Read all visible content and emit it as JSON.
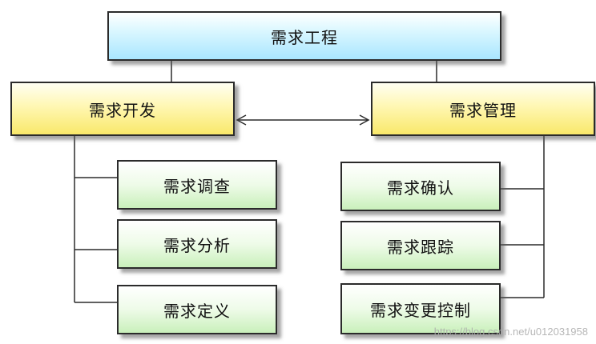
{
  "root": {
    "label": "需求工程"
  },
  "branches": {
    "development": {
      "label": "需求开发",
      "children": [
        "需求调查",
        "需求分析",
        "需求定义"
      ]
    },
    "management": {
      "label": "需求管理",
      "children": [
        "需求确认",
        "需求跟踪",
        "需求变更控制"
      ]
    }
  },
  "relation": {
    "type": "bidirectional-arrow"
  },
  "watermark": "https://blog.csdn.net/u012031958",
  "colors": {
    "root_fill": "#a9e6ff",
    "branch_fill": "#f9e86a",
    "leaf_fill": "#c9f0bb",
    "border": "#2b2b2b"
  }
}
